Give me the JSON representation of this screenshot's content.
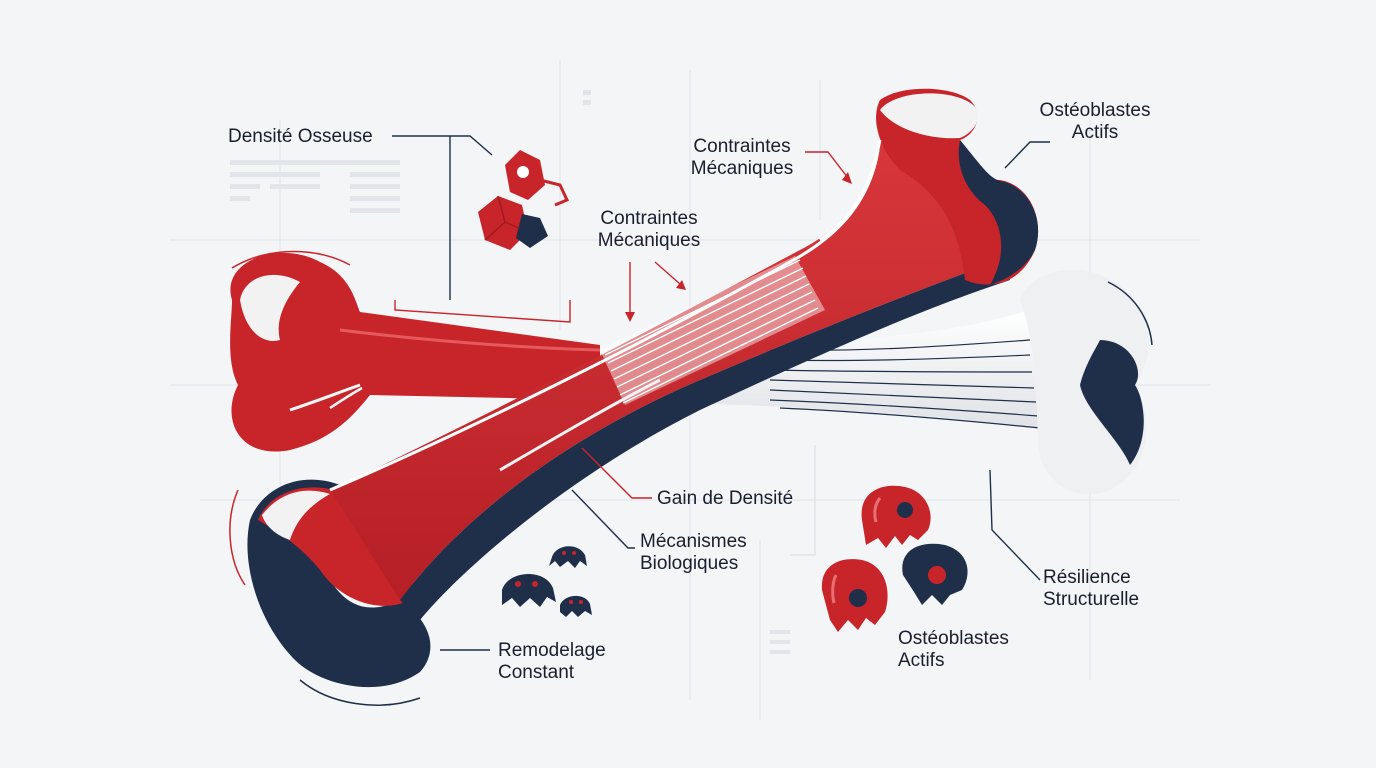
{
  "colors": {
    "red": "#c8252b",
    "red_dark": "#a11a20",
    "navy": "#1f2f4a",
    "bone_white": "#f2f2f2",
    "background": "#f3f5f7"
  },
  "labels": {
    "densite_osseuse": "Densité Osseuse",
    "contraintes_top": [
      "Contraintes",
      "Mécaniques"
    ],
    "contraintes_mid": [
      "Contraintes",
      "Mécaniques"
    ],
    "osteoblastes_top": [
      "Ostéoblastes",
      "Actifs"
    ],
    "gain_densite": "Gain de Densité",
    "mecanismes": [
      "Mécanismes",
      "Biologiques"
    ],
    "remodelage": [
      "Remodelage",
      "Constant"
    ],
    "resilience": [
      "Résilience",
      "Structurelle"
    ],
    "osteoblastes_bottom": [
      "Ostéoblastes",
      "Actifs"
    ]
  },
  "icons": [
    "osteoblast-cell-icon",
    "osteoclast-cell-icon",
    "crystal-icon",
    "arrow-icon"
  ]
}
